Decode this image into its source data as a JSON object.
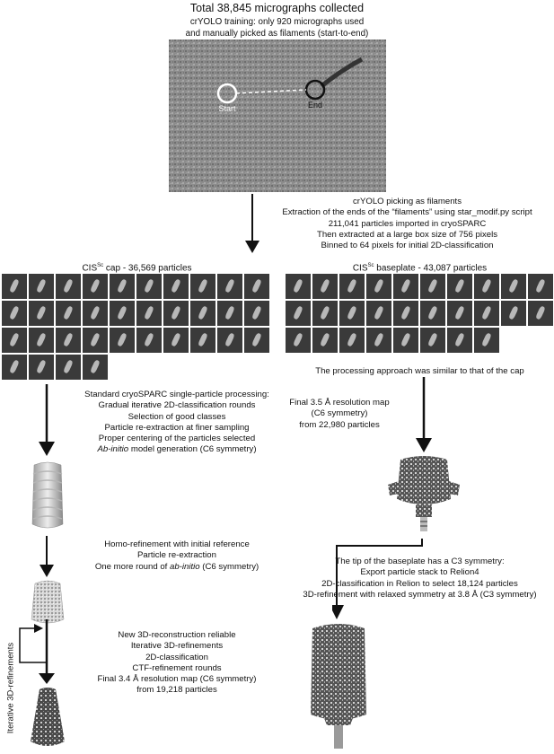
{
  "header": {
    "title": "Total 38,845 micrographs collected",
    "training": [
      "crYOLO training: only 920 micrographs used",
      "and manually picked as filaments (start-to-end)"
    ]
  },
  "micrograph": {
    "start_label": "Start",
    "end_label": "End"
  },
  "picking_steps": [
    "crYOLO picking as filaments",
    "Extraction of the ends of the “filaments” using star_modif.py script",
    "211,041 particles imported in cryoSPARC",
    "Then extracted at a large box size of 756 pixels",
    "Binned to 64 pixels for initial 2D-classification"
  ],
  "cap": {
    "title_pre": "CIS",
    "title_sup": "Sc",
    "title_post": " cap - 36,569 particles",
    "class_count": 34,
    "steps": [
      "Standard cryoSPARC single-particle processing:",
      "Gradual iterative 2D-classification rounds",
      "Selection of good classes",
      "Particle re-extraction at finer sampling",
      "Proper centering of the particles selected"
    ],
    "abinitio_italic": "Ab-initio",
    "abinitio_rest": " model generation (C6 symmetry)",
    "homo_steps": [
      "Homo-refinement with initial reference",
      "Particle re-extraction"
    ],
    "homo_last_pre": "One more round of ",
    "homo_last_italic": "ab-initio",
    "homo_last_post": " (C6 symmetry)",
    "recon_steps": [
      "New 3D-reconstruction reliable",
      "Iterative 3D-refinements",
      "2D-classification",
      "CTF-refinement rounds",
      "Final 3.4 Å resolution map (C6 symmetry)",
      "from 19,218 particles"
    ],
    "iter_label": "Iterative 3D-refinements"
  },
  "baseplate": {
    "title_pre": "CIS",
    "title_sup": "Sc",
    "title_post": " baseplate - 43,087 particles",
    "class_count": 28,
    "similar": "The processing approach was similar to that of the cap",
    "final": [
      "Final 3.5 Å resolution map",
      "(C6 symmetry)",
      "from 22,980 particles"
    ],
    "tip": [
      "The tip of the baseplate has a C3 symmetry:",
      "Export particle stack to Relion4",
      "2D-classification in Relion to select 18,124 particles",
      "3D-refinement with relaxed symmetry at 3.8 Å (C3 symmetry)"
    ]
  }
}
